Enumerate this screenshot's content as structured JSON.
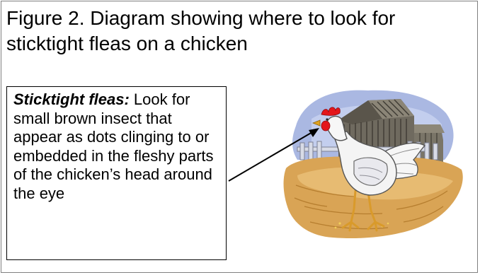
{
  "figure": {
    "title_line1": "Figure 2. Diagram showing where to look for",
    "title_line2": "sticktight fleas on a chicken"
  },
  "callout": {
    "lead": "Sticktight fleas:",
    "body": " Look for small brown insect that appear as dots clinging to or embedded in the fleshy parts of the chicken’s head around the eye"
  },
  "illustration": {
    "subject": "chicken-clipart",
    "colors": {
      "ground": "#d9a455",
      "sky": "#a9b9e3",
      "barn": "#6e6a60",
      "comb": "#e4161b",
      "hen": "#f4f4f4"
    }
  },
  "pointer": {
    "icon": "arrow-icon"
  }
}
